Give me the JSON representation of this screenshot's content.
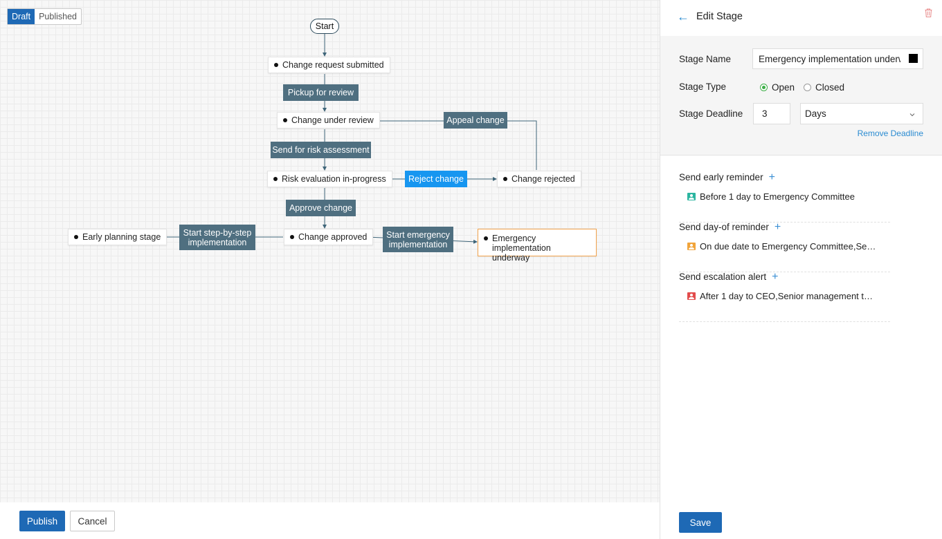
{
  "toggle": {
    "draft": "Draft",
    "published": "Published"
  },
  "start": {
    "label": "Start"
  },
  "nodes": {
    "submitted": "Change request submitted",
    "under_review": "Change under review",
    "risk_eval": "Risk evaluation in-progress",
    "rejected": "Change rejected",
    "early_planning": "Early planning stage",
    "approved": "Change approved",
    "emergency": "Emergency implementation underway"
  },
  "transitions": {
    "pickup": "Pickup for review",
    "send_risk": "Send for risk assessment",
    "appeal": "Appeal change",
    "reject": "Reject change",
    "approve": "Approve change",
    "step_by_step": "Start step-by-step implementation",
    "start_emergency": "Start emergency implementation"
  },
  "actions": {
    "publish": "Publish",
    "cancel": "Cancel",
    "save": "Save"
  },
  "panel": {
    "title": "Edit Stage",
    "stage_name_label": "Stage Name",
    "stage_name_value": "Emergency implementation underway",
    "stage_color": "#000000",
    "stage_type_label": "Stage Type",
    "type_open": "Open",
    "type_closed": "Closed",
    "type_selected": "Open",
    "deadline_label": "Stage Deadline",
    "deadline_value": "3",
    "deadline_unit": "Days",
    "remove_deadline": "Remove Deadline"
  },
  "reminders": [
    {
      "title": "Send early reminder",
      "item": "Before 1 day to Emergency Committee",
      "icon": "person-card-icon",
      "color": "#2bb5a0"
    },
    {
      "title": "Send day-of reminder",
      "item": "On due date to Emergency Committee,Se…",
      "icon": "person-card-icon",
      "color": "#f1a43a"
    },
    {
      "title": "Send escalation alert",
      "item": "After 1 day to CEO,Senior management t…",
      "icon": "person-card-icon",
      "color": "#e24b4b"
    }
  ],
  "colors": {
    "accent": "#1e69b5",
    "transition": "#4f6f80",
    "transition_active": "#1796f0",
    "selected_border": "#f2a24b"
  }
}
